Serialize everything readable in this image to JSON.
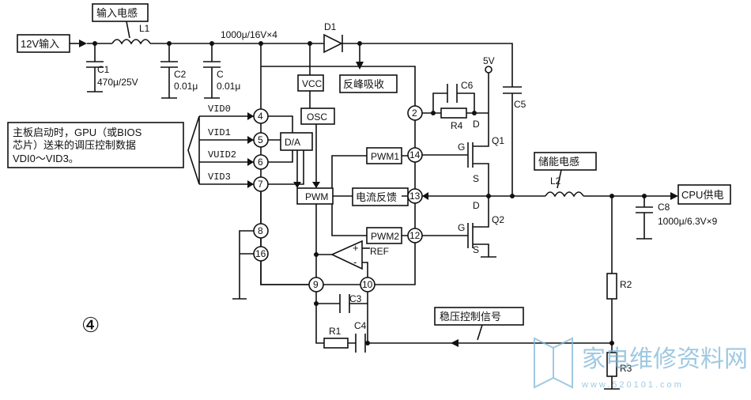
{
  "labels": {
    "input_12v": "12V输入",
    "input_inductor_label": "输入电感",
    "L1": "L1",
    "C1": "C1",
    "C1_value": "470μ/25V",
    "C2": "C2",
    "C2_value": "0.01μ",
    "C": "C",
    "C_value": "0.01μ",
    "bank_value": "1000μ/16V×4",
    "D1": "D1",
    "peak_absorb": "反峰吸收",
    "vcc": "VCC",
    "osc": "OSC",
    "dac": "D/A",
    "pwm": "PWM",
    "pwm1": "PWM1",
    "pwm2": "PWM2",
    "current_feedback": "电流反馈",
    "ref": "REF",
    "plus": "+",
    "minus": "-",
    "vid0": "VID0",
    "vid1": "VID1",
    "vid2": "VUID2",
    "vid3": "VID3",
    "note_line1": "主板启动时，GPU（或BIOS",
    "note_line2": "芯片）送来的调压控制数据",
    "note_line3": "VDI0～VID3。",
    "v5": "5V",
    "C6": "C6",
    "R4": "R4",
    "C5": "C5",
    "Q1": "Q1",
    "Q2": "Q2",
    "D": "D",
    "G": "G",
    "S": "S",
    "storage_inductor_label": "储能电感",
    "L2": "L2",
    "cpu_power": "CPU供电",
    "C8": "C8",
    "C8_value": "1000μ/6.3V×9",
    "R2": "R2",
    "R3": "R3",
    "R1": "R1",
    "C3": "C3",
    "C4": "C4",
    "regulation_signal": "稳压控制信号",
    "figure_number": "④",
    "pins": [
      "4",
      "5",
      "6",
      "7",
      "8",
      "16",
      "9",
      "10",
      "2",
      "14",
      "13",
      "12"
    ]
  },
  "watermark": {
    "title": "家电维修资料网",
    "url": "www.520101.com",
    "color": "#7fb8d8"
  }
}
